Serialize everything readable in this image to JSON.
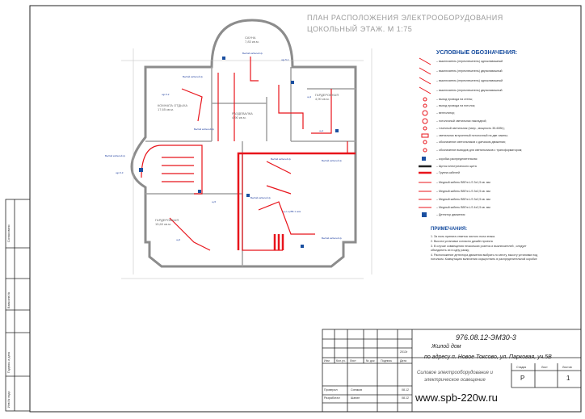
{
  "drawing": {
    "title_line1": "ПЛАН РАСПОЛОЖЕНИЯ ЭЛЕКТРООБОРУДОВАНИЯ",
    "title_line2": "ЦОКОЛЬНЫЙ ЭТАЖ. М 1:75"
  },
  "rooms": [
    {
      "name": "САУНА",
      "area": "7,83 кв.м."
    },
    {
      "name": "КОМНАТА ОТДЫХА",
      "area": "17,65 кв.м."
    },
    {
      "name": "РАЗДЕВАЛКА",
      "area": "4,90 кв.м."
    },
    {
      "name": "ГАРДЕРОБНАЯ",
      "area": "4,90 кв.м."
    },
    {
      "name": "ГАРДЕРОБНАЯ",
      "area": "15,60 кв.м."
    }
  ],
  "circuit_labels": [
    "Выбой кабелей ф",
    "щр-5-1",
    "щр-5-2",
    "щр-5-3",
    "щ-3",
    "щ-4",
    "щ-5",
    "щ-6",
    "щ-7",
    "щ-8",
    "щ-9",
    "ЩЗ-1",
    "ЩЗ-2",
    "ЩУ-1",
    "ЩУ-2",
    "щ-л-щ ВБ 1 ном"
  ],
  "legend": {
    "title": "УСЛОВНЫЕ ОБОЗНАЧЕНИЯ:",
    "items": [
      "– выключатель (переключатель) одноклавишный",
      "– выключатель (переключатель) двухклавишный",
      "– выключатель (переключатель) одноклавишный",
      "– выключатель (переключатель) двухклавишный",
      "– выход провода на стены;",
      "– выход провода на потолок;",
      "– вентилятор;",
      "– потолочный светильник накладной;",
      "– точечный светильник (напр., мощность 35-60Вт);",
      "– светильник встроенный потолочный на две лампы;",
      "– обозначение светильников с датчиком движения;",
      "– обозначение выводов для светильников с трансформатором;",
      "– коробка распределительная",
      "– Щиток электрического щита",
      "– Группа кабелей",
      "– Медный кабель ВВГнг-LS 3х1,5 кв. мм",
      "– Медный кабель ВВГнг-LS 3х2,5 кв. мм",
      "– Медный кабель ВВГнг-LS 3х2,5 кв. мм",
      "– Медный кабель ВВГнг-LS 4х2,5 кв. мм",
      "– Детектор движения"
    ]
  },
  "notes": {
    "title": "ПРИМЕЧАНИЯ:",
    "items": [
      "1.  За ноль принята отметка чистого пола этажа.",
      "2.  Высота установки согласно дизайн проекта",
      "3.  В случае совмещения нескольких розеток и выключателей , следует",
      "объединить их в одну рамку;",
      "4.  Расположение детектора движения выбрать по месту, высоту установки под",
      "потолком. Коммутацию включения осуществить в распределительной коробке"
    ]
  },
  "title_block": {
    "code": "976.08.12-ЭМ30-3",
    "object_line1": "Жилой дом",
    "object_line2": "по адресу п. Новое Токсово, ул. Парковая, уч.5В",
    "header_cells": [
      "Изм",
      "Кол.уч.",
      "Лист",
      "№ док",
      "Подпись",
      "Дата"
    ],
    "date_1": "2013г",
    "roles": [
      "Проверил",
      "Разработал"
    ],
    "names": [
      "Синяков",
      "Шанин"
    ],
    "dates": [
      "08.12",
      "08.12"
    ],
    "sheet_description": "Силовое электрооборудование и электрическое освещение",
    "stage_label": "Стадия",
    "sheet_label": "Лист",
    "sheets_label": "Листов",
    "stage": "Р",
    "sheets": "1"
  },
  "side_stamp": [
    "Согласовано",
    "Взам.инв.№",
    "Подпись и дата",
    "Инв.№ подл."
  ],
  "website": "www.spb-220w.ru",
  "colors": {
    "wire": "#e8141b",
    "blue_mark": "#1a4fa0",
    "wall": "#9a9a9a"
  }
}
